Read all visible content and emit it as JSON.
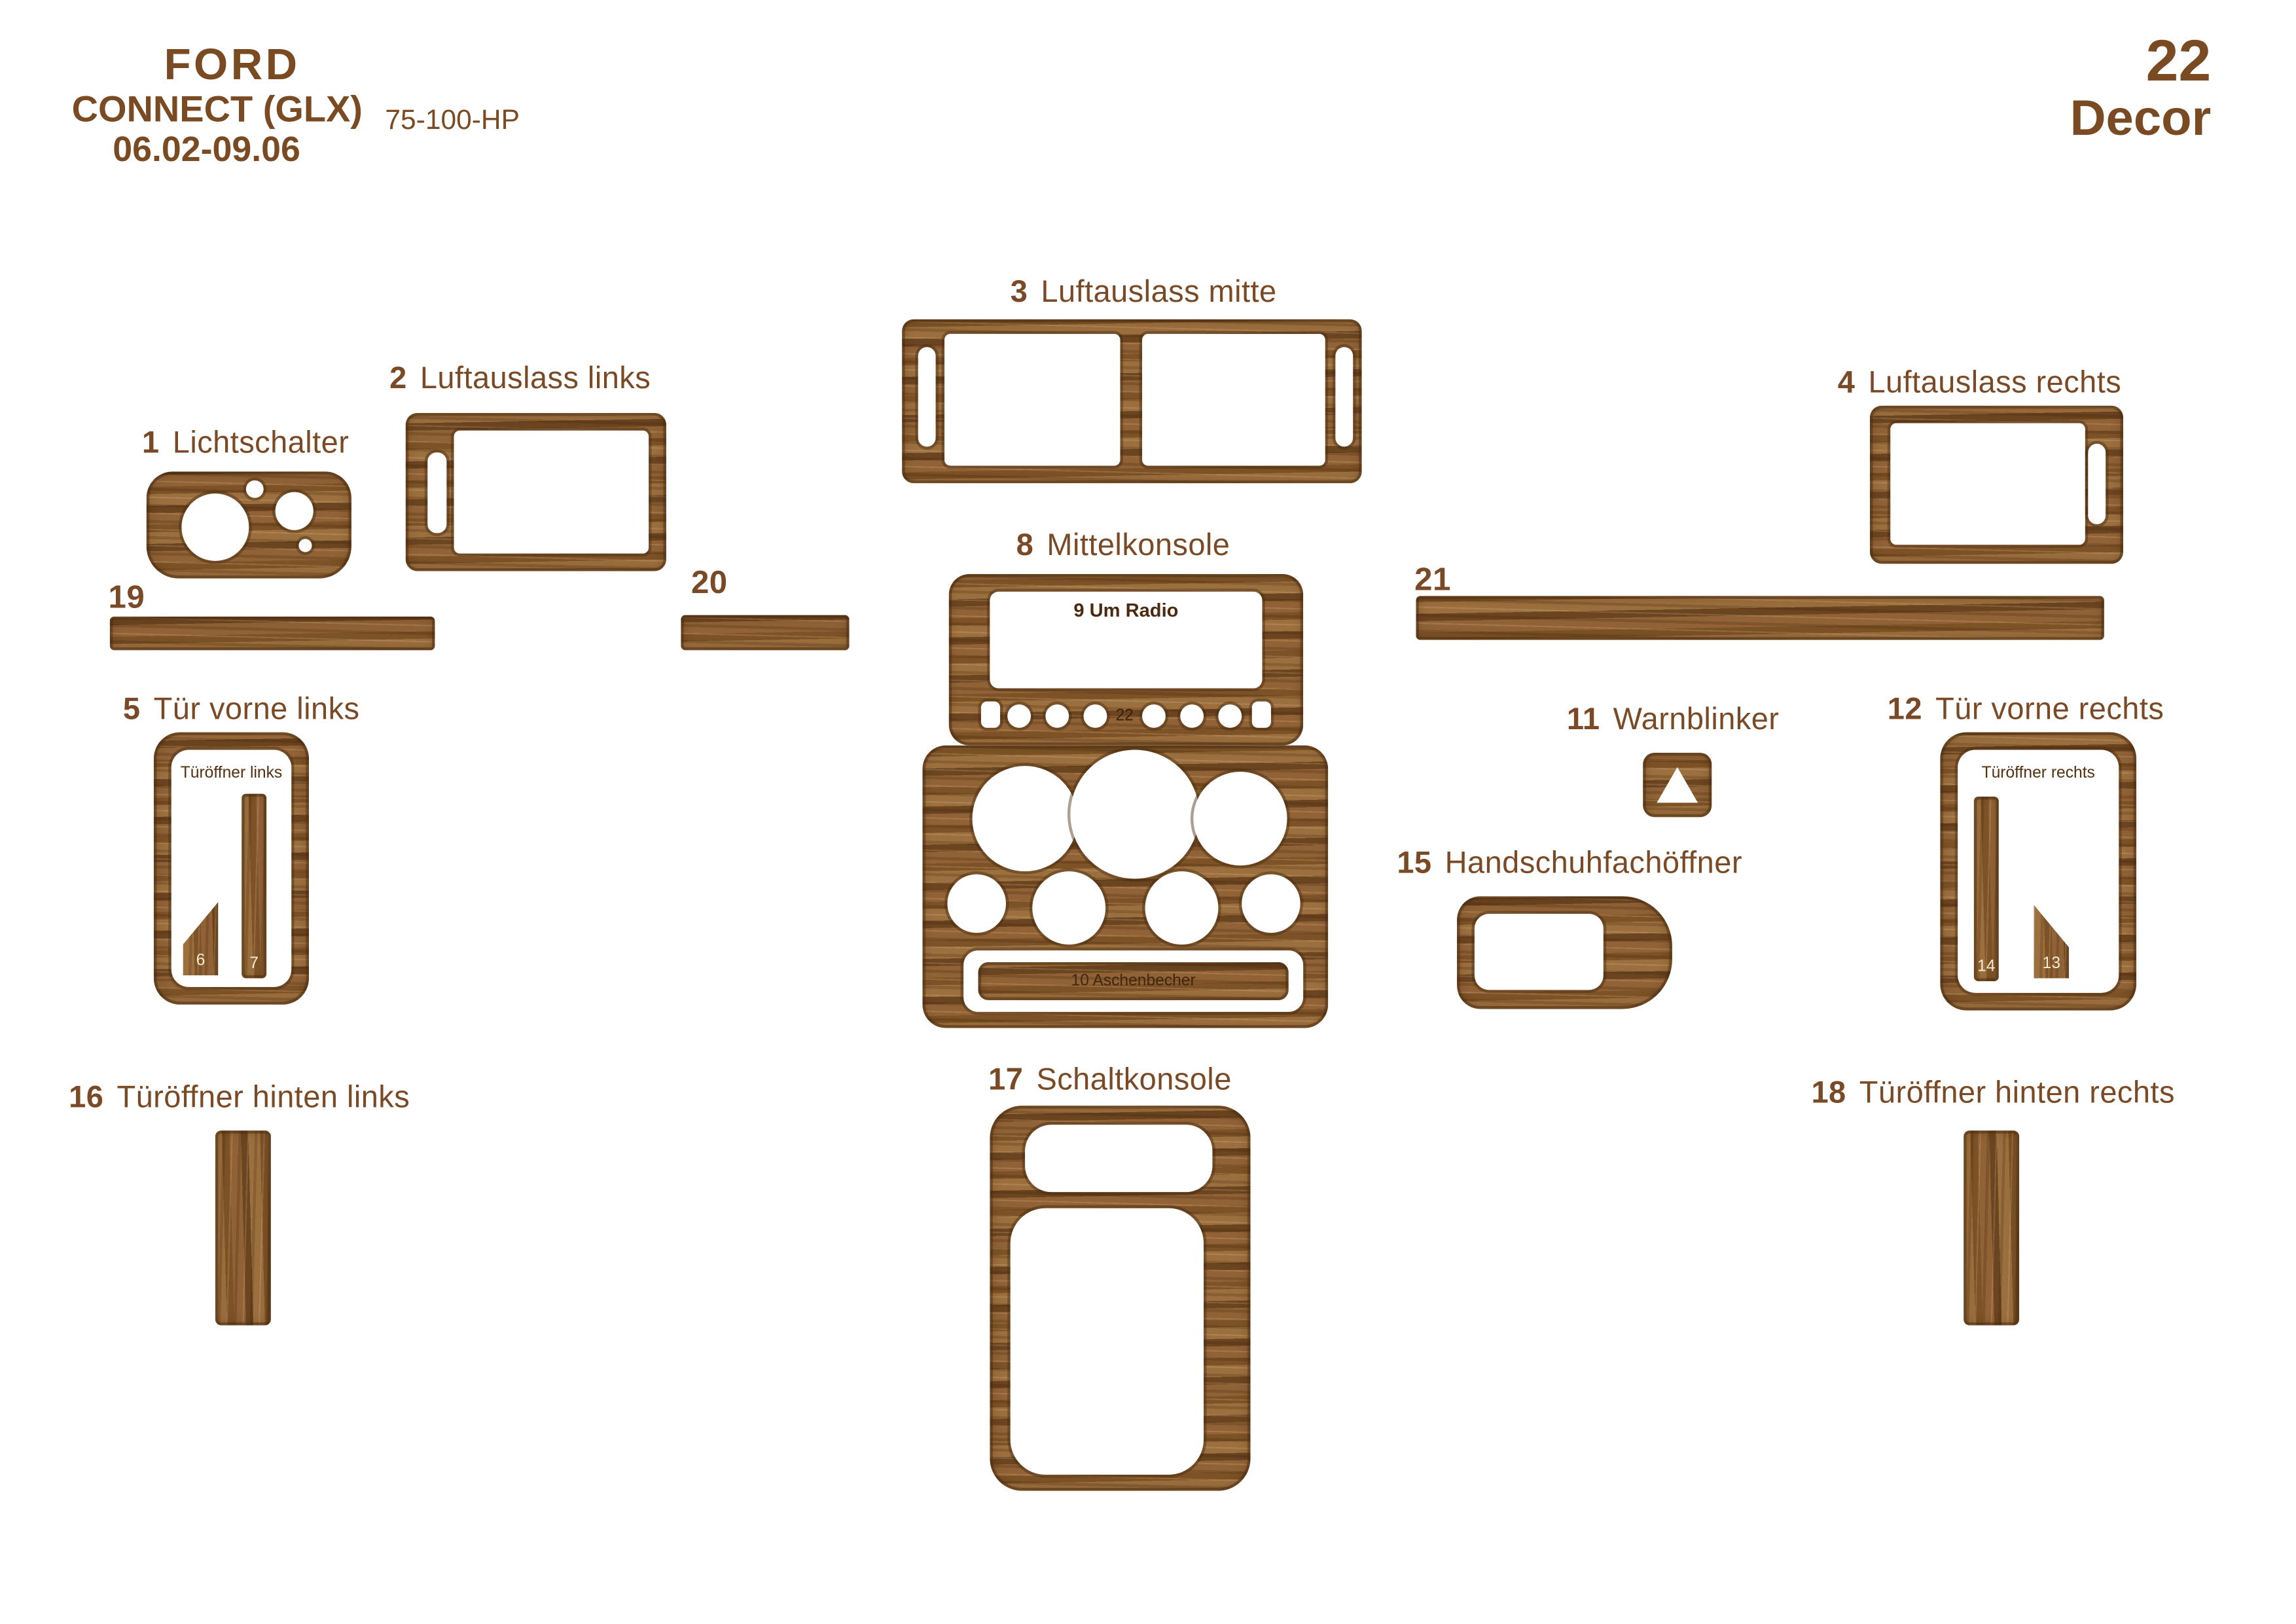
{
  "header": {
    "brand": "FORD",
    "model": "CONNECT (GLX)",
    "years": "06.02-09.06",
    "engine": "75-100-HP",
    "decor_number": "22",
    "decor_word": "Decor"
  },
  "labels": {
    "p1": {
      "num": "1",
      "name": "Lichtschalter"
    },
    "p2": {
      "num": "2",
      "name": "Luftauslass links"
    },
    "p3": {
      "num": "3",
      "name": "Luftauslass mitte"
    },
    "p4": {
      "num": "4",
      "name": "Luftauslass rechts"
    },
    "p5": {
      "num": "5",
      "name": "Tür vorne links"
    },
    "p8": {
      "num": "8",
      "name": "Mittelkonsole"
    },
    "p11": {
      "num": "11",
      "name": "Warnblinker"
    },
    "p12": {
      "num": "12",
      "name": "Tür vorne rechts"
    },
    "p15": {
      "num": "15",
      "name": "Handschuhfachöffner"
    },
    "p16": {
      "num": "16",
      "name": "Türöffner hinten links"
    },
    "p17": {
      "num": "17",
      "name": "Schaltkonsole"
    },
    "p18": {
      "num": "18",
      "name": "Türöffner hinten rechts"
    },
    "p19": {
      "num": "19"
    },
    "p20": {
      "num": "20"
    },
    "p21": {
      "num": "21"
    }
  },
  "inner": {
    "radio": "9  Um Radio",
    "ashtray": "10 Aschenbecher",
    "door_left": "Türöffner links",
    "door_right": "Türöffner rechts",
    "n6": "6",
    "n7": "7",
    "n13": "13",
    "n14": "14",
    "n22": "22"
  },
  "colors": {
    "label_text": "#7a4a26",
    "wood_base": "#8a5f33",
    "background": "#ffffff"
  }
}
